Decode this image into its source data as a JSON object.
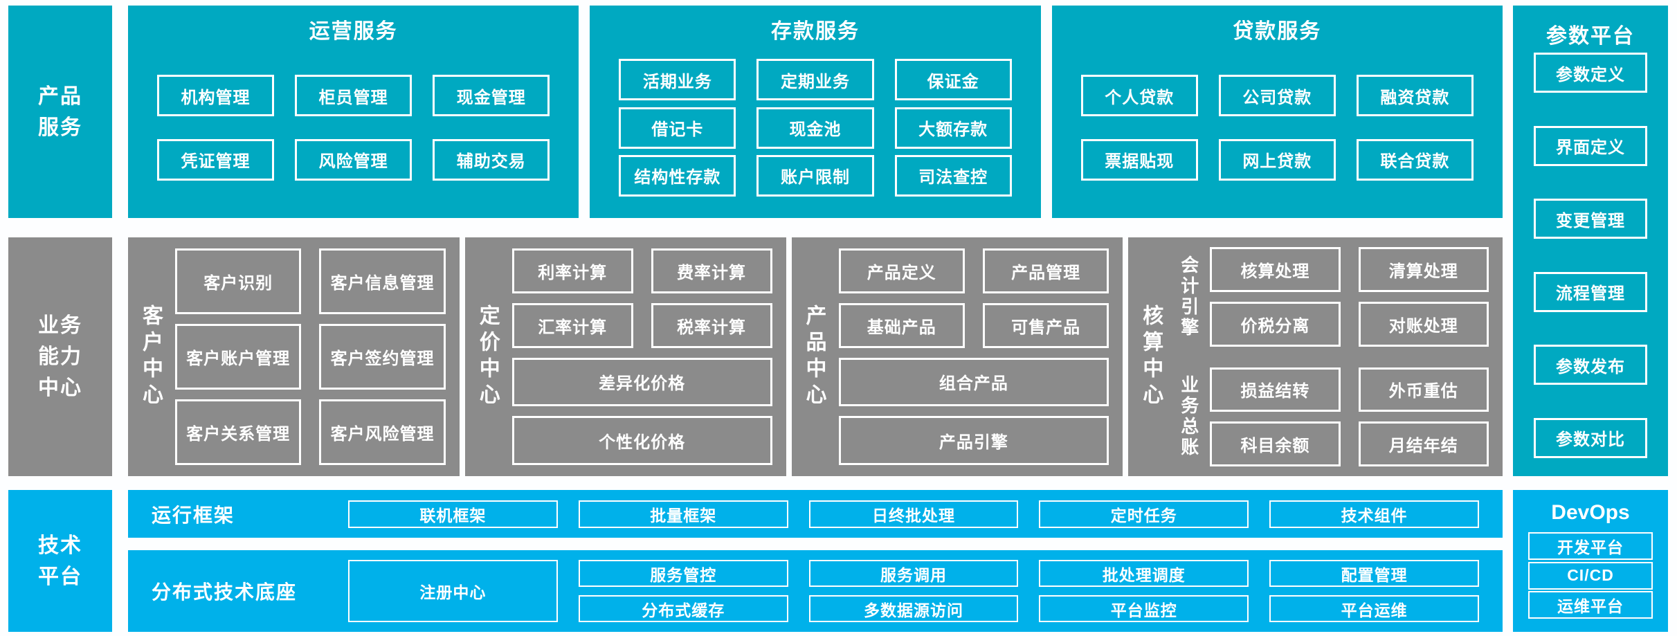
{
  "palette": {
    "teal": "#00a9c1",
    "gray": "#8b8b8b",
    "blue": "#00b1ea",
    "text": "#ffffff"
  },
  "left_rail": {
    "product": "产品\n服务",
    "business": "业务\n能力\n中心",
    "tech": "技术\n平台"
  },
  "product_sections": [
    {
      "title": "运营服务",
      "rows": [
        [
          "机构管理",
          "柜员管理",
          "现金管理"
        ],
        [
          "凭证管理",
          "风险管理",
          "辅助交易"
        ]
      ]
    },
    {
      "title": "存款服务",
      "rows": [
        [
          "活期业务",
          "定期业务",
          "保证金"
        ],
        [
          "借记卡",
          "现金池",
          "大额存款"
        ],
        [
          "结构性存款",
          "账户限制",
          "司法查控"
        ]
      ]
    },
    {
      "title": "贷款服务",
      "rows": [
        [
          "个人贷款",
          "公司贷款",
          "融资贷款"
        ],
        [
          "票据贴现",
          "网上贷款",
          "联合贷款"
        ]
      ]
    }
  ],
  "centers": {
    "customer": {
      "label": "客户中心",
      "items": [
        "客户识别",
        "客户信息管理",
        "客户账户管理",
        "客户签约管理",
        "客户关系管理",
        "客户风险管理"
      ]
    },
    "pricing": {
      "label": "定价中心",
      "items": [
        "利率计算",
        "费率计算",
        "汇率计算",
        "税率计算"
      ],
      "wide": [
        "差异化价格",
        "个性化价格"
      ]
    },
    "product": {
      "label": "产品中心",
      "items": [
        "产品定义",
        "产品管理",
        "基础产品",
        "可售产品"
      ],
      "wide": [
        "组合产品",
        "产品引擎"
      ]
    },
    "accounting": {
      "label": "核算中心",
      "groups": [
        {
          "label": "会计引擎",
          "items": [
            "核算处理",
            "清算处理",
            "价税分离",
            "对账处理"
          ]
        },
        {
          "label": "业务总账",
          "items": [
            "损益结转",
            "外币重估",
            "科目余额",
            "月结年结"
          ]
        }
      ]
    }
  },
  "tech": {
    "runtime": {
      "label": "运行框架",
      "items": [
        "联机框架",
        "批量框架",
        "日终批处理",
        "定时任务",
        "技术组件"
      ]
    },
    "base": {
      "label": "分布式技术底座",
      "registry": "注册中心",
      "row1": [
        "服务管控",
        "服务调用",
        "批处理调度",
        "配置管理"
      ],
      "row2": [
        "分布式缓存",
        "多数据源访问",
        "平台监控",
        "平台运维"
      ]
    }
  },
  "right_rail": {
    "params": {
      "title": "参数平台",
      "items": [
        "参数定义",
        "界面定义",
        "变更管理",
        "流程管理",
        "参数发布",
        "参数对比"
      ]
    },
    "devops": {
      "title": "DevOps",
      "items": [
        "开发平台",
        "CI/CD",
        "运维平台"
      ]
    }
  }
}
